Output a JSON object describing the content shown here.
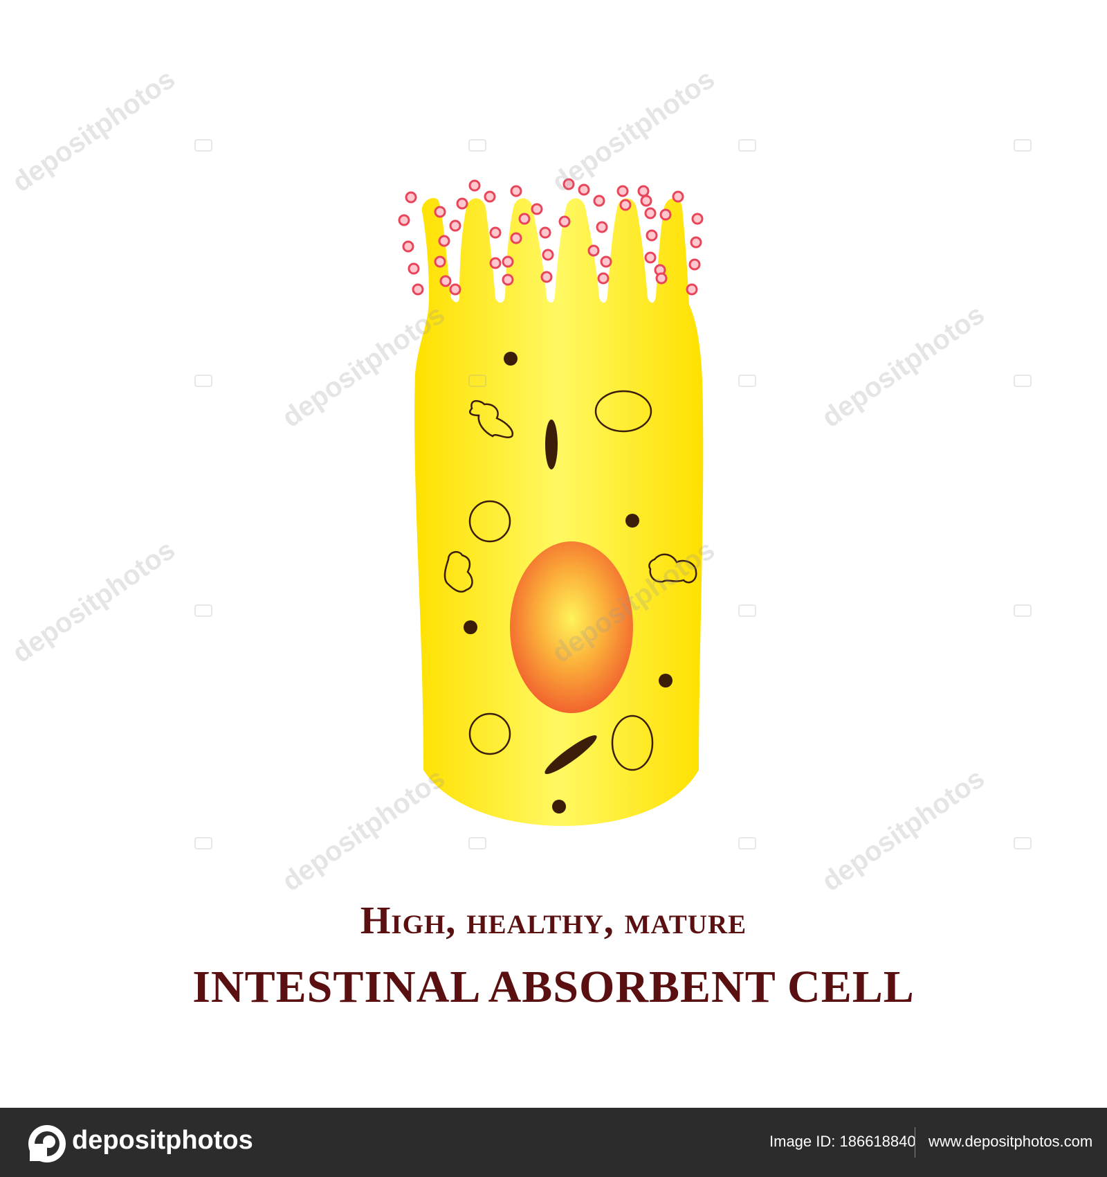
{
  "caption": {
    "line1": "High, healthy, mature",
    "line2": "INTESTINAL ABSORBENT CELL"
  },
  "watermark": {
    "text": "depositphotos"
  },
  "footer": {
    "brand": "depositphotos",
    "image_id": "Image ID: 186618840",
    "url": "www.depositphotos.com",
    "logo_icon": "depositphotos-logo-icon"
  },
  "colors": {
    "cell_fill": "#ffe614",
    "cell_light": "#fff76a",
    "nucleus_outer": "#f0622e",
    "nucleus_inner": "#fff35a",
    "granule_stroke": "#e8455a",
    "granule_fill": "#ffc8cf",
    "organelle": "#3a1e0a",
    "caption": "#5a1010",
    "footer_bg": "#2c2c2c"
  }
}
